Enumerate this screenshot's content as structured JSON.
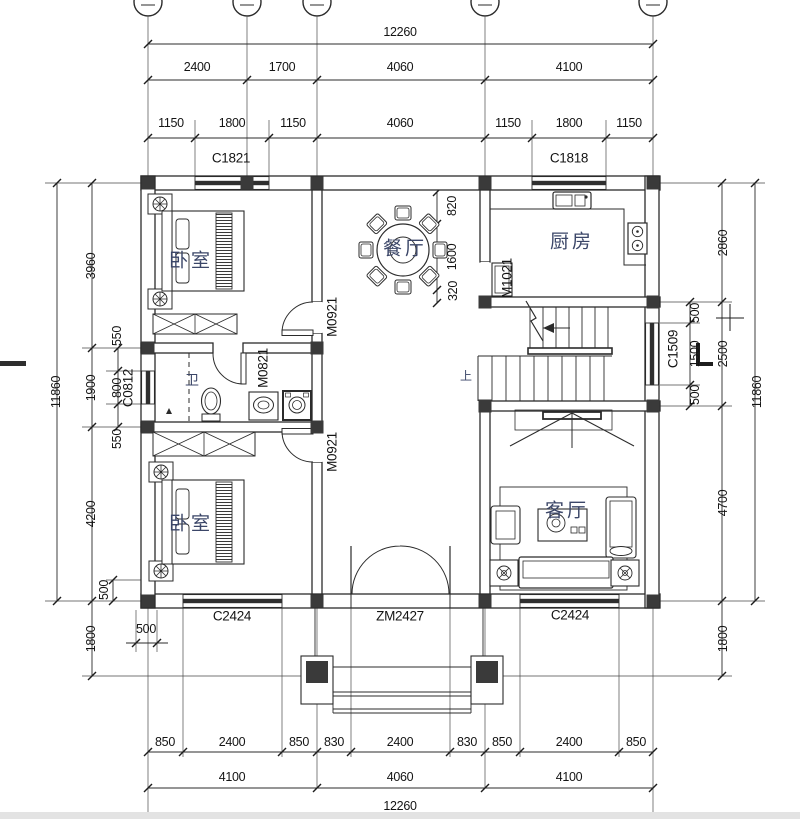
{
  "dims": {
    "top": {
      "total": "12260",
      "row2": [
        "2400",
        "1700",
        "4060",
        "4100"
      ],
      "row3": [
        "1150",
        "1800",
        "1150",
        "4060",
        "1150",
        "1800",
        "1150"
      ]
    },
    "bottom": {
      "row1": [
        "850",
        "2400",
        "850",
        "830",
        "2400",
        "830",
        "850",
        "2400",
        "850"
      ],
      "row2": [
        "4100",
        "4060",
        "4100"
      ],
      "total": "12260",
      "corner_offset_v": "500",
      "corner_offset_h": "500"
    },
    "left": {
      "overall": "11860",
      "chain": [
        "3960",
        "1900",
        "4200",
        "1800"
      ],
      "sub": [
        "550",
        "800",
        "550"
      ]
    },
    "right": {
      "overall": "11860",
      "chain": [
        "2860",
        "2500",
        "4700",
        "1800"
      ],
      "sub": [
        "500",
        "1500",
        "500"
      ]
    },
    "dining_chain": [
      "820",
      "1600",
      "320"
    ]
  },
  "openings": {
    "c1821": "C1821",
    "c1818": "C1818",
    "c0812": "C0812",
    "c1509": "C1509",
    "c2424_left": "C2424",
    "zm2427": "ZM2427",
    "c2424_right": "C2424",
    "m0921_top": "M0921",
    "m0921_bottom": "M0921",
    "m0821": "M0821",
    "m1021": "M1021"
  },
  "rooms": {
    "bedroom_top": "卧室",
    "bedroom_bottom": "卧室",
    "dining": "餐厅",
    "kitchen": "厨房",
    "bath": "卫",
    "living": "客厅",
    "stairs_up": "上"
  },
  "colors": {
    "line": "#2b2b2b",
    "column_fill": "#3a3a3a",
    "room_text": "#3b4668",
    "dim_text": "#141414"
  }
}
